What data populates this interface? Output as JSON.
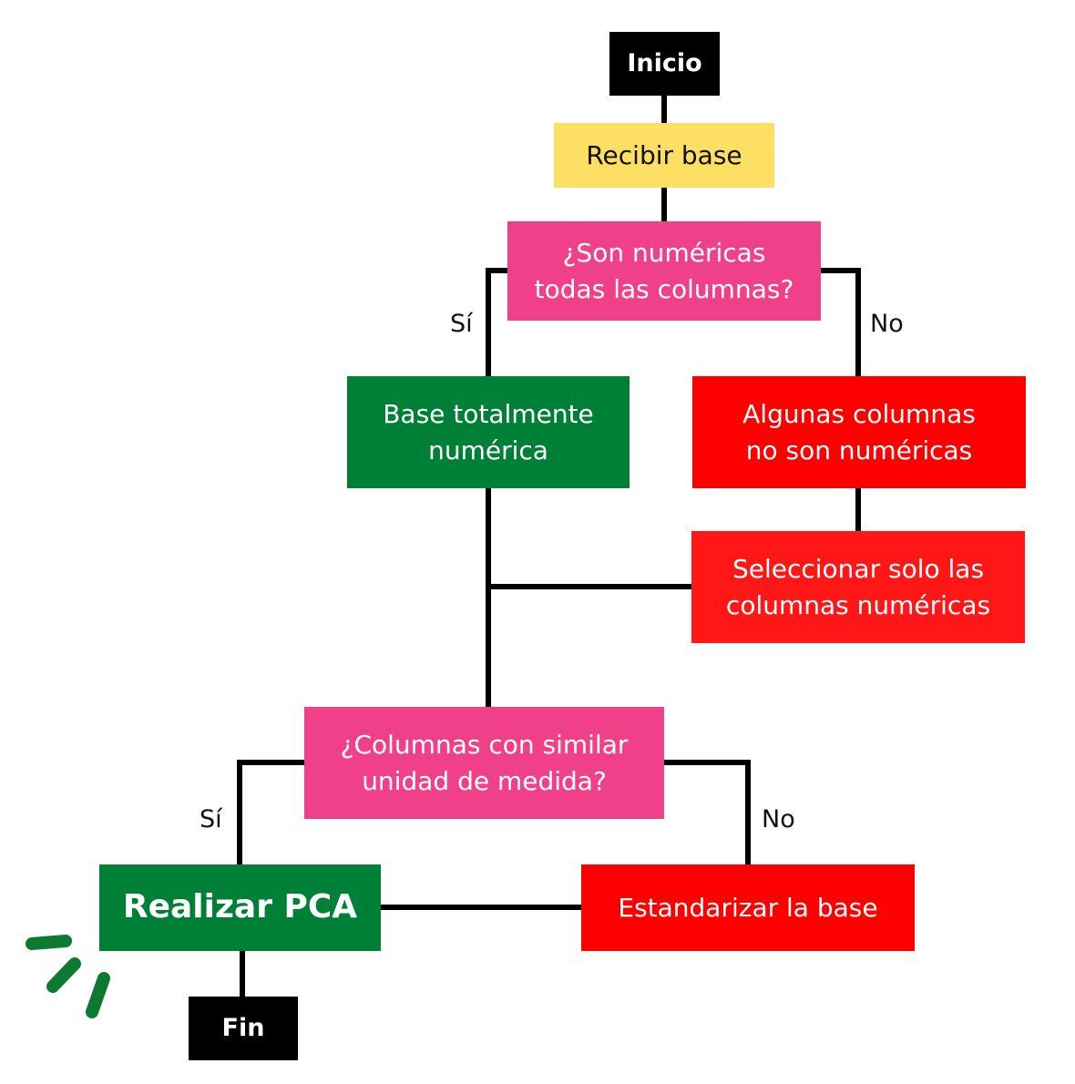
{
  "nodes": {
    "inicio": "Inicio",
    "recibir_base": "Recibir base",
    "decision_numericas": "¿Son numéricas\ntodas las columnas?",
    "base_numerica": "Base totalmente\nnumérica",
    "algunas_no_numericas": "Algunas columnas\nno son numéricas",
    "seleccionar_numericas": "Seleccionar solo las\ncolumnas numéricas",
    "decision_unidad": "¿Columnas con similar\nunidad de medida?",
    "realizar_pca": "Realizar PCA",
    "estandarizar": "Estandarizar la base",
    "fin": "Fin"
  },
  "branch_labels": {
    "decision_numericas_yes": "Sí",
    "decision_numericas_no": "No",
    "decision_unidad_yes": "Sí",
    "decision_unidad_no": "No"
  },
  "colors": {
    "terminal": "#000000",
    "process": "#fddf63",
    "decision": "#ef4089",
    "success": "#008037",
    "warning": "#ff0000",
    "connector": "#000000",
    "accent_marks": "#0c7a33"
  }
}
